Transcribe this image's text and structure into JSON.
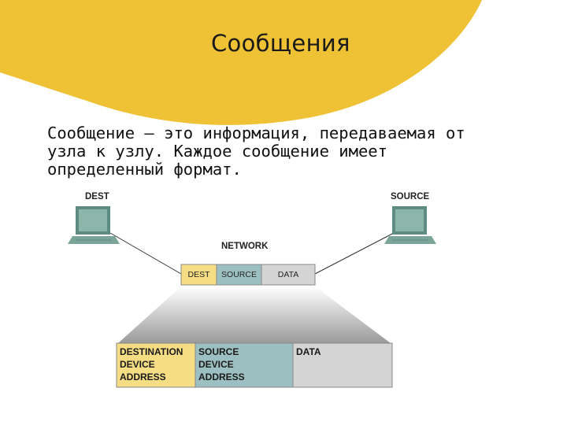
{
  "slide": {
    "title": "Сообщения",
    "body_lines": [
      "Сообщение – это информация, передаваемая от",
      "узла к узлу. Каждое сообщение имеет",
      "определенный формат."
    ]
  },
  "diagram": {
    "dest_label": "DEST",
    "source_label": "SOURCE",
    "network_label": "NETWORK",
    "packet": [
      "DEST",
      "SOURCE",
      "DATA"
    ],
    "detail": {
      "destination": [
        "DESTINATION",
        "DEVICE",
        "ADDRESS"
      ],
      "source": [
        "SOURCE",
        "DEVICE",
        "ADDRESS"
      ],
      "data": "DATA"
    }
  },
  "colors": {
    "accent_yellow": "#EFC134",
    "dest_field": "#F5DD84",
    "source_field": "#9CC0C2",
    "data_field": "#D4D4D4",
    "computer": "#6E9C90"
  }
}
